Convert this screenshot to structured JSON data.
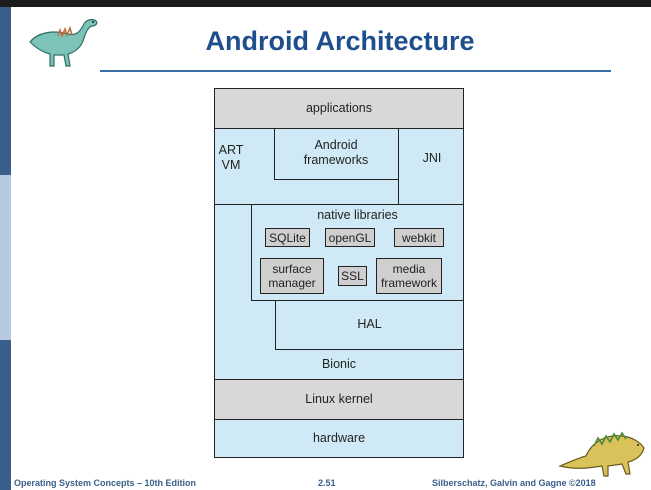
{
  "slide": {
    "title": "Android Architecture",
    "footer_left": "Operating System Concepts – 10th Edition",
    "footer_center": "2.51",
    "footer_right": "Silberschatz, Galvin and Gagne ©2018"
  },
  "diagram": {
    "applications": "applications",
    "art_vm": [
      "ART",
      "VM"
    ],
    "android_frameworks": [
      "Android",
      "frameworks"
    ],
    "jni": "JNI",
    "native_libraries": "native libraries",
    "libraries": {
      "sqlite": "SQLite",
      "opengl": "openGL",
      "webkit": "webkit",
      "surface_manager": [
        "surface",
        "manager"
      ],
      "ssl": "SSL",
      "media_framework": [
        "media",
        "framework"
      ]
    },
    "hal": "HAL",
    "bionic": "Bionic",
    "linux_kernel": "Linux kernel",
    "hardware": "hardware"
  },
  "colors": {
    "layer_gray": "#d8d8d8",
    "layer_blue": "#cfeaf6",
    "title_blue": "#1f4e8c",
    "sidebar_blue": "#3a5f8a"
  },
  "icons": {
    "top_left": "dinosaur-icon",
    "bottom_right": "dinosaur-icon"
  }
}
